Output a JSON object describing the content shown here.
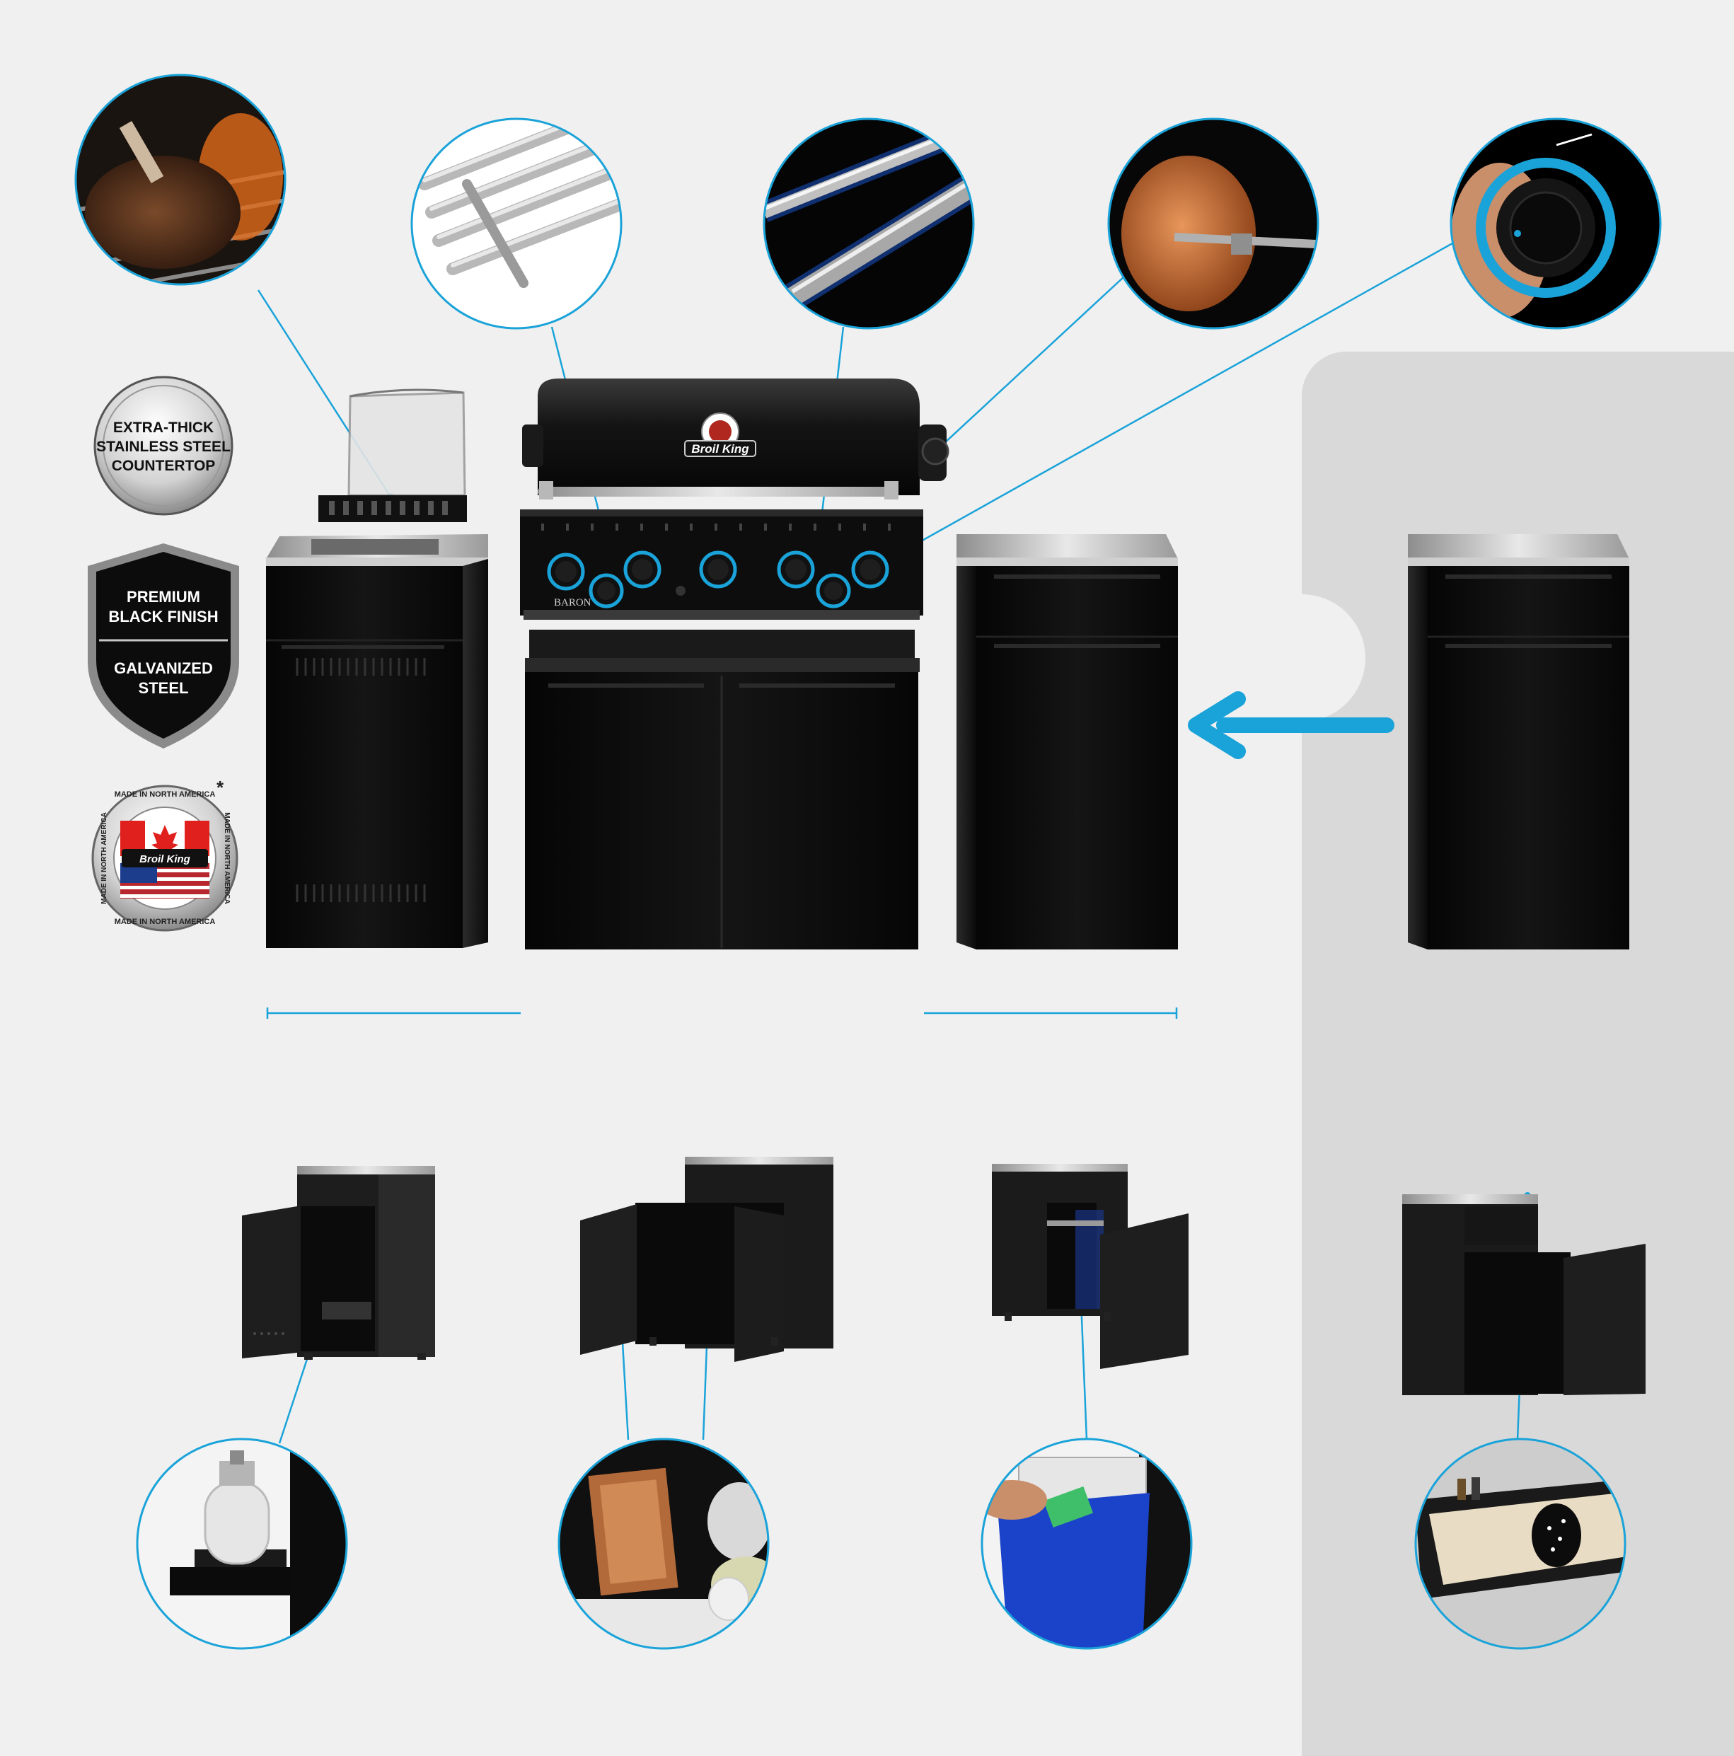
{
  "badges": {
    "countertop": {
      "line1": "EXTRA-THICK",
      "line2": "STAINLESS STEEL",
      "line3": "COUNTERTOP"
    },
    "finish": {
      "line1": "PREMIUM",
      "line2": "BLACK FINISH",
      "line3": "GALVANIZED",
      "line4": "STEEL"
    },
    "origin": {
      "ring_top": "MADE IN NORTH AMERICA",
      "ring_right": "MADE IN NORTH AMERICA",
      "ring_left": "MADE IN NORTH AMERICA",
      "ring_bottom": "MADE IN NORTH AMERICA",
      "brand": "Broil King",
      "asterisk": "*"
    }
  },
  "grill": {
    "brand": "Broil King",
    "model": "BARON"
  },
  "colors": {
    "background": "#f0f0f0",
    "panel": "#d9d9d9",
    "accent": "#1aa3d9",
    "cabinet": "#0b0b0b",
    "steel": "#c8c8c8"
  },
  "icons": {
    "arrow": "arrow-left-icon",
    "maple_leaf": "maple-leaf-icon"
  }
}
